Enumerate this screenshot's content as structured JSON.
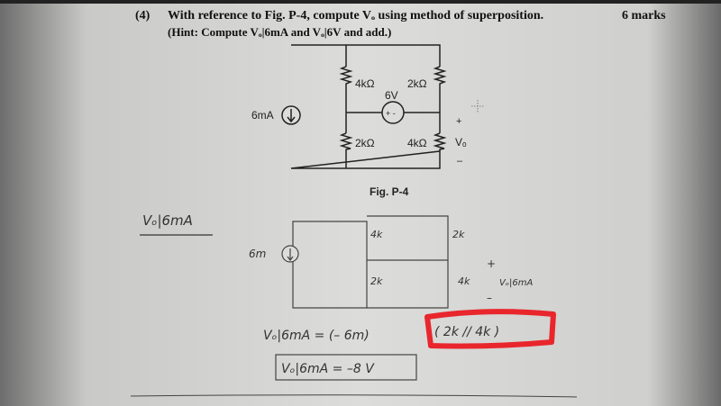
{
  "question": {
    "number": "(4)",
    "text": "With reference to Fig. P-4, compute Vₒ using method of superposition.",
    "marks": "6 marks",
    "hint": "(Hint: Compute Vₒ|6mA and Vₒ|6V and add.)"
  },
  "figure": {
    "source_current": "6mA",
    "source_voltage": "6V",
    "r_top_left": "4kΩ",
    "r_top_right": "2kΩ",
    "r_bottom_left": "2kΩ",
    "r_bottom_right": "4kΩ",
    "plus": "+",
    "minus": "–",
    "output": "Vₒ",
    "vs_polarity": "+ -",
    "caption": "Fig. P-4"
  },
  "handwritten": {
    "heading": "Vₒ|6mA",
    "source": "6m",
    "r1": "4k",
    "r2": "2k",
    "r3": "2k",
    "r4": "4k",
    "plus": "+",
    "minus": "–",
    "output": "Vₒ|6mA",
    "equation_lhs": "Vₒ|6mA  =  (– 6m)",
    "equation_highlight": "( 2k // 4k )",
    "result": "Vₒ|6mA  =  –8 V"
  },
  "colors": {
    "highlight": "#e8262c"
  }
}
